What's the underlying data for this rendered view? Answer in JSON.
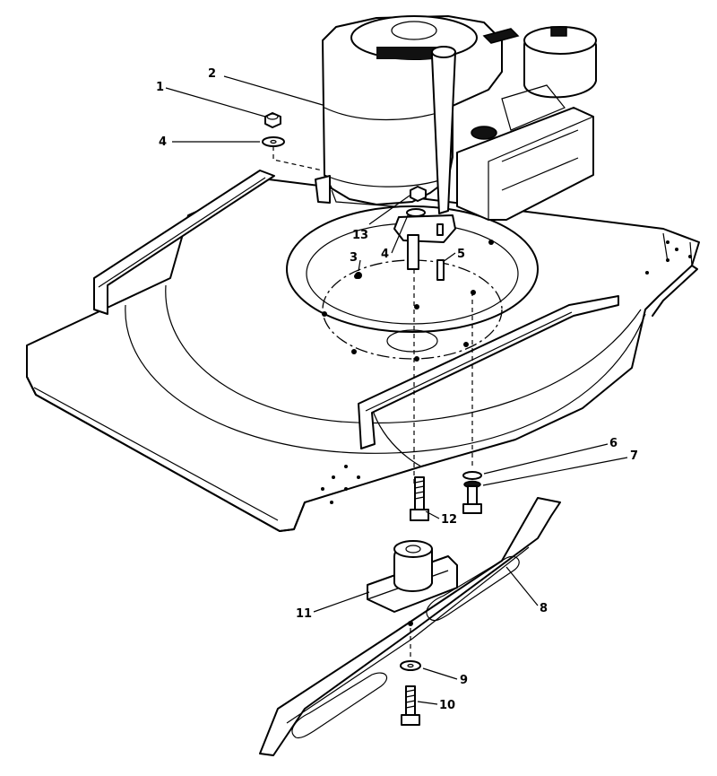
{
  "diagram": {
    "callouts": [
      {
        "id": "c1",
        "label": "1",
        "part": "hex-nut"
      },
      {
        "id": "c2",
        "label": "2",
        "part": "engine"
      },
      {
        "id": "c3",
        "label": "3",
        "part": "deck-mounting-hole"
      },
      {
        "id": "c4a",
        "label": "4",
        "part": "flat-washer"
      },
      {
        "id": "c4b",
        "label": "4",
        "part": "flat-washer"
      },
      {
        "id": "c5",
        "label": "5",
        "part": "key"
      },
      {
        "id": "c6",
        "label": "6",
        "part": "flat-washer"
      },
      {
        "id": "c7",
        "label": "7",
        "part": "lock-washer"
      },
      {
        "id": "c8",
        "label": "8",
        "part": "blade"
      },
      {
        "id": "c9",
        "label": "9",
        "part": "washer"
      },
      {
        "id": "c10",
        "label": "10",
        "part": "blade-bolt"
      },
      {
        "id": "c11",
        "label": "11",
        "part": "blade-adapter"
      },
      {
        "id": "c12",
        "label": "12",
        "part": "hex-bolt"
      },
      {
        "id": "c13",
        "label": "13",
        "part": "hex-nut"
      }
    ]
  }
}
